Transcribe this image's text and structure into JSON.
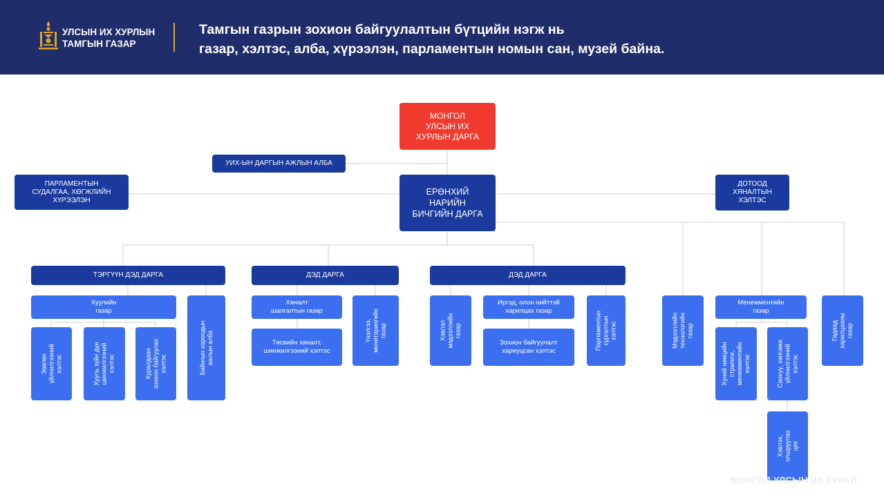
{
  "header": {
    "org_name": "УЛСЫН ИХ ХУРЛЫН\nТАМГЫН ГАЗАР",
    "headline": "Тамгын газрын зохион байгуулалтын бүтцийн нэгж нь\nгазар, хэлтэс, алба, хүрээлэн, парламентын номын сан, музей байна.",
    "logo_icon": "soyombo-icon",
    "colors": {
      "background": "#1f2d6b",
      "divider": "#e0a526"
    }
  },
  "chart": {
    "top": "МОНГОЛ\nУЛСЫН ИХ\nХУРЛЫН ДАРГА",
    "chair_office": "УИХ-ЫН ДАРГЫН АЖЛЫН АЛБА",
    "research_institute": "ПАРЛАМЕНТЫН\nСУДАЛГАА, ХӨГЖЛИЙН\nХҮРЭЭЛЭН",
    "secretary_general": "ЕРӨНХИЙ\nНАРИЙН\nБИЧГИЙН ДАРГА",
    "internal_audit": "ДОТООД\nХЯНАЛТЫН\nХЭЛТЭС",
    "first_deputy": {
      "title": "ТЭРГҮҮН ДЭД ДАРГА",
      "legal": "Хуулийн\nгазар",
      "legal_units": [
        "Зөвлөх\nүйлчилгээний\nхэлтэс",
        "Хууль зүйн дүн\nшинжилгээний\nхэлтэс",
        "Хуралдаан\nзохион байгуулах\nхэлтэс"
      ],
      "standing_committees": "Байнгын хороодын\nажлын алба"
    },
    "deputy1": {
      "title": "ДЭД ДАРГА",
      "oversight": "Хяналт\nшалгалтын газар",
      "budget": "Төсвийн хяналт,\nшинжилгээний хэлтэс",
      "evaluation": "Үнэлгээ,\nмониторингийн\nгазар"
    },
    "deputy2": {
      "title": "ДЭД ДАРГА",
      "press": "Хэвлэл\nмэдээллийн\nгазар",
      "citizens": "Иргэд, олон нийттэй\nхарилцах газар",
      "org_relations": "Зохион байгуулалт\nхариуцсан хэлтэс",
      "training": "Парламентын\nсургалтын\nхэлтэс"
    },
    "it": "Мэдээллийн\nтехнологийн\nгазар",
    "management": {
      "title": "Менежментийн\nгазар",
      "hr": "Хүний нөөцийн\nстратеги,\nменежментийн\nхэлтэс",
      "finance": "Санхүү, хангамж\nүйлчилгээний\nхэлтэс",
      "procurement": "Хэвлэх,\nолшруулах\nцех"
    },
    "foreign": "Гадаад\nхарилцааны\nгазар"
  },
  "watermark": "МОНГОЛ УЛСЫН ИХ ХУРАЛ",
  "colors": {
    "top_box": "#f03a2e",
    "primary_box": "#1a3a9e",
    "secondary_box": "#3b6ff0",
    "connector": "#c9ccd4"
  }
}
